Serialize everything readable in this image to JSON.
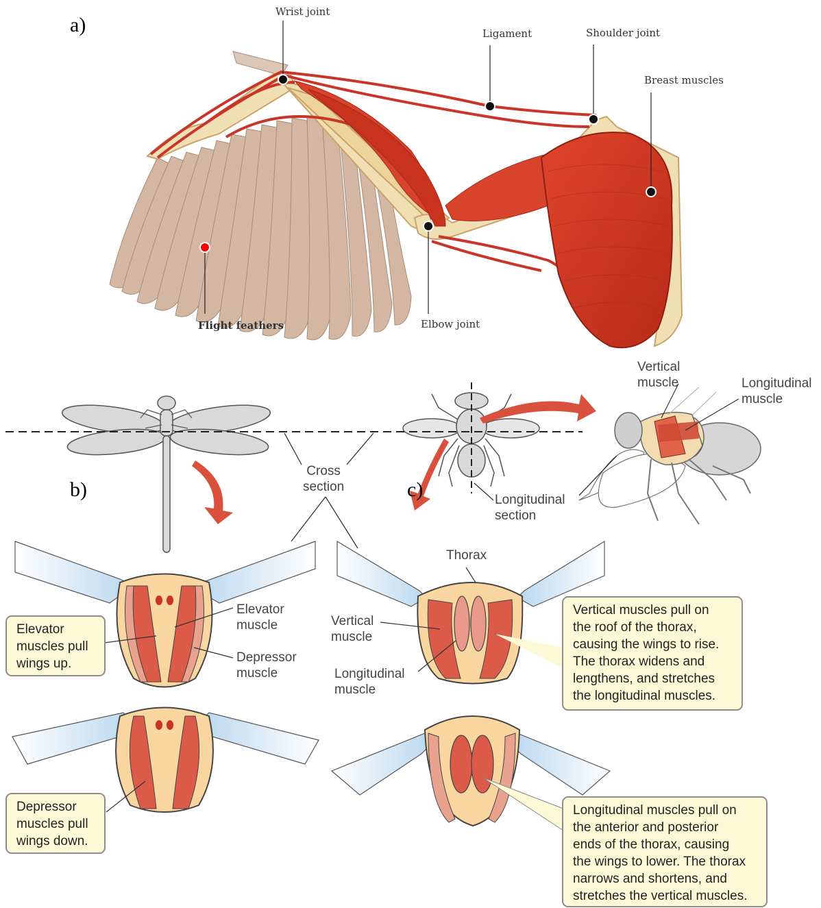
{
  "panels": {
    "a": "a)",
    "b": "b)",
    "c": "c)"
  },
  "bird_wing": {
    "wrist_joint": "Wrist joint",
    "ligament": "Ligament",
    "shoulder_joint": "Shoulder joint",
    "breast_muscles": "Breast muscles",
    "flight_feathers": "Flight feathers",
    "elbow_joint": "Elbow joint"
  },
  "insect": {
    "cross_section": "Cross\nsection",
    "longitudinal_section": "Longitudinal\nsection",
    "vertical_muscle_top": "Vertical\nmuscle",
    "longitudinal_muscle_top": "Longitudinal\nmuscle",
    "thorax": "Thorax",
    "elevator_muscle": "Elevator\nmuscle",
    "depressor_muscle": "Depressor\nmuscle",
    "vertical_muscle": "Vertical\nmuscle",
    "longitudinal_muscle": "Longitudinal\nmuscle",
    "callout_elevator": "Elevator\nmuscles pull\nwings up.",
    "callout_depressor": "Depressor\nmuscles pull\nwings down.",
    "callout_vertical": "Vertical muscles pull on\nthe roof of the thorax,\ncausing the wings to rise.\nThe thorax widens and\nlengthens, and stretches\nthe longitudinal muscles.",
    "callout_longitudinal": "Longitudinal muscles pull on\nthe anterior and posterior\nends of the thorax, causing\nthe wings to lower. The thorax\nnarrows and shortens, and\nstretches the vertical muscles."
  },
  "colors": {
    "muscle": "#d9412b",
    "bone": "#f1dfb4",
    "feather": "#d2b4a0",
    "thorax": "#f9d6a0",
    "insect_muscle": "#dc5a48",
    "callout_bg": "#fdf9d6",
    "pointer_red": "#ff0000",
    "arrow": "#d9503c"
  }
}
